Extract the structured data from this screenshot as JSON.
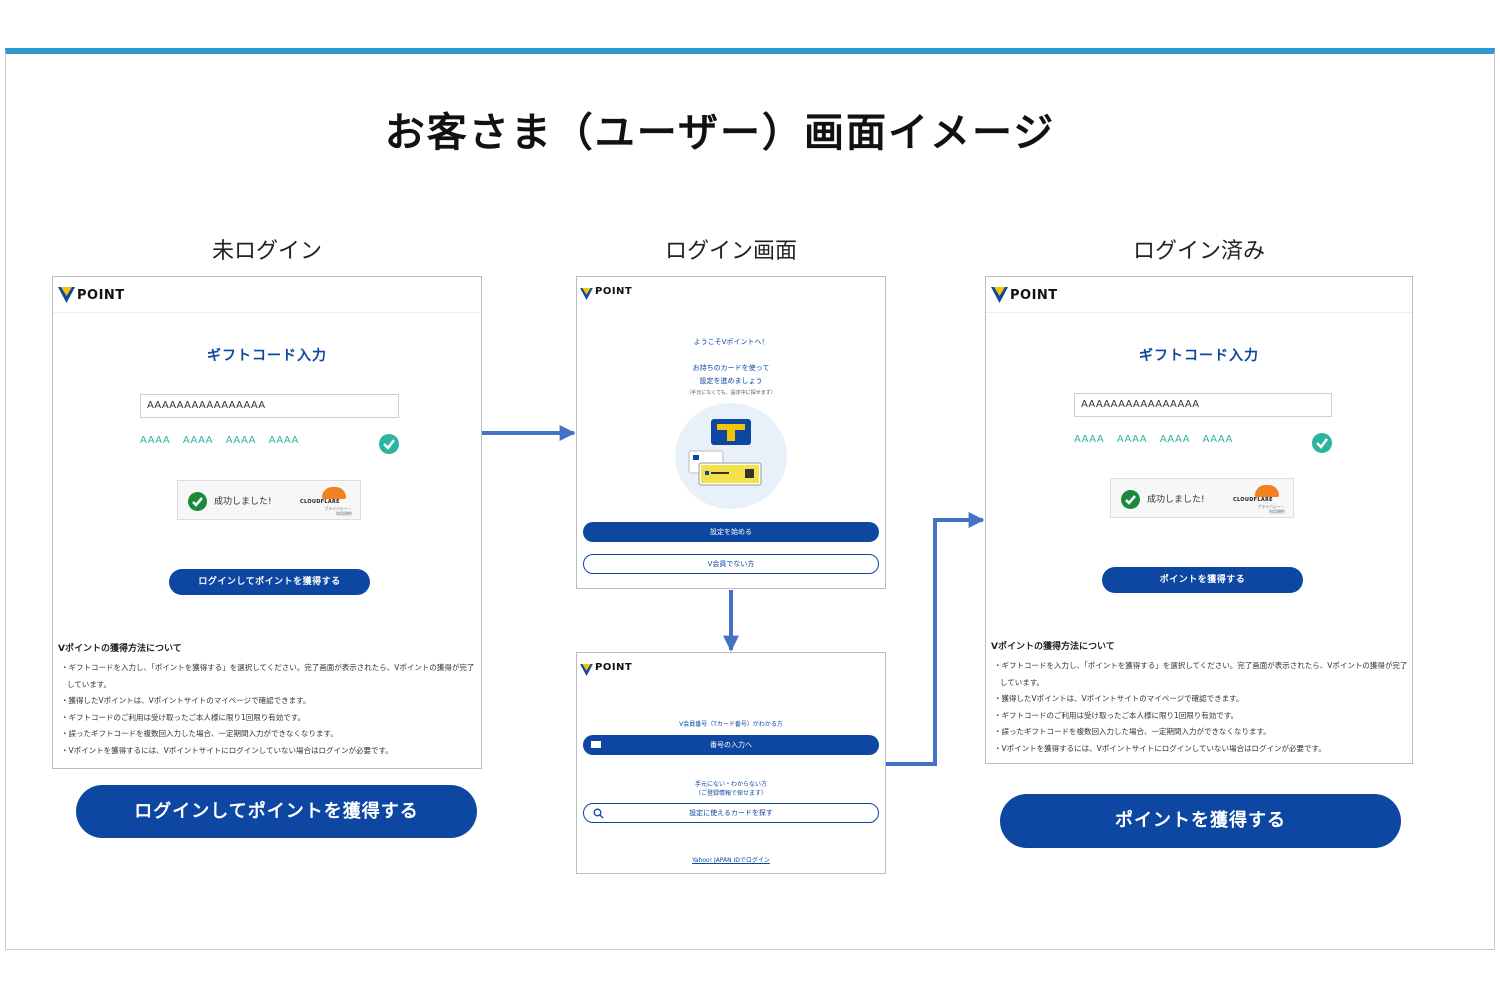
{
  "page": {
    "title": "お客さま（ユーザー）画面イメージ",
    "colors": {
      "accent_line": "#2e9ad0",
      "brand_blue": "#0d47a1",
      "teal": "#2bb5a0",
      "arrow": "#4472c4",
      "success_green": "#1a8a3a",
      "cloudflare_orange": "#f48120"
    }
  },
  "logo": {
    "text": "POINT",
    "icon": "v-logo-icon"
  },
  "columns": {
    "not_logged_in": {
      "title": "未ログイン",
      "gift_title": "ギフトコード入力",
      "code_value": "AAAAAAAAAAAAAAAA",
      "code_parts": "AAAA AAAA AAAA AAAA",
      "captcha_text": "成功しました!",
      "captcha_brand": "CLOUDFLARE",
      "captcha_links": "プライバシー・利用規約",
      "button_label": "ログインしてポイントを獲得する",
      "how_title": "Vポイントの獲得方法について",
      "how_items": [
        "・ギフトコードを入力し、「ポイントを獲得する」を選択してください。完了画面が表示されたら、Vポイントの獲得が完了しています。",
        "・獲得したVポイントは、Vポイントサイトのマイページで確認できます。",
        "・ギフトコードのご利用は受け取ったご本人様に限り1回限り有効です。",
        "・誤ったギフトコードを複数回入力した場合、一定期間入力ができなくなります。",
        "・Vポイントを獲得するには、Vポイントサイトにログインしていない場合はログインが必要です。"
      ],
      "big_button_label": "ログインしてポイントを獲得する"
    },
    "login_screen": {
      "title": "ログイン画面",
      "welcome": "ようこそVポイントへ！",
      "line1": "お持ちのカードを使って",
      "line2": "設定を進めましょう",
      "note": "（手元になくても、設定中に探せます）",
      "start_button": "設定を始める",
      "non_member_button": "V会員でない方"
    },
    "card_entry": {
      "member_label": "V会員番号（Tカード番号）がわかる方",
      "enter_button": "番号の入力へ",
      "unknown_line1": "手元にない・わからない方",
      "unknown_line2": "（ご登録情報で探せます）",
      "search_button": "設定に使えるカードを探す",
      "yj_link": "Yahoo! JAPAN IDでログイン"
    },
    "logged_in": {
      "title": "ログイン済み",
      "gift_title": "ギフトコード入力",
      "code_value": "AAAAAAAAAAAAAAAA",
      "code_parts": "AAAA AAAA AAAA AAAA",
      "captcha_text": "成功しました!",
      "captcha_brand": "CLOUDFLARE",
      "captcha_links": "プライバシー・利用規約",
      "button_label": "ポイントを獲得する",
      "how_title": "Vポイントの獲得方法について",
      "how_items": [
        "・ギフトコードを入力し、「ポイントを獲得する」を選択してください。完了画面が表示されたら、Vポイントの獲得が完了しています。",
        "・獲得したVポイントは、Vポイントサイトのマイページで確認できます。",
        "・ギフトコードのご利用は受け取ったご本人様に限り1回限り有効です。",
        "・誤ったギフトコードを複数回入力した場合、一定期間入力ができなくなります。",
        "・Vポイントを獲得するには、Vポイントサイトにログインしていない場合はログインが必要です。"
      ],
      "big_button_label": "ポイントを獲得する"
    }
  }
}
